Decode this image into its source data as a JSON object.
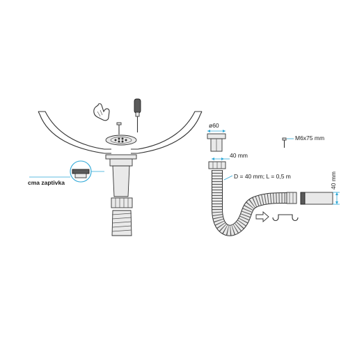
{
  "labels": {
    "sealant": "cma zaptivka",
    "diameter": "ø60",
    "width_left": "40 mm",
    "hose_spec": "D = 40 mm; L = 0,5 m",
    "screw": "M6x75 mm",
    "height_right": "40 mm"
  },
  "colors": {
    "dimension": "#2aa6d6",
    "outline": "#333333",
    "fill": "#e9e9e9"
  },
  "icons": {
    "hand": "hand-icon",
    "screwdriver": "screwdriver-icon",
    "arrow": "arrow-right-icon"
  }
}
